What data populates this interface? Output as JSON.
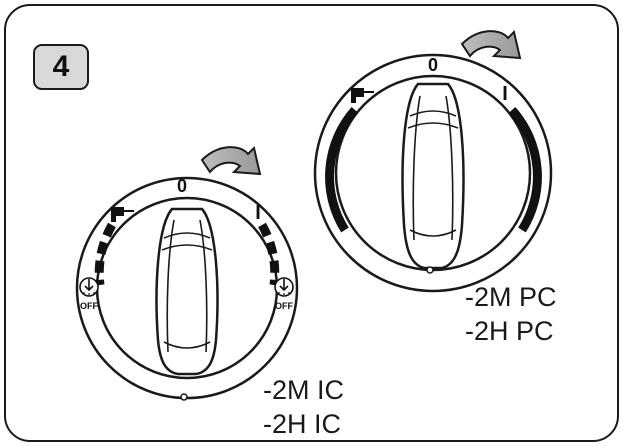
{
  "step_number": "4",
  "knob_pc": {
    "zero_mark": "0",
    "one_mark": "I",
    "models": [
      "-2M PC",
      "-2H PC"
    ]
  },
  "knob_ic": {
    "zero_mark": "0",
    "one_mark": "I",
    "off_left": "OFF",
    "off_right": "OFF",
    "models": [
      "-2M IC",
      "-2H IC"
    ]
  }
}
